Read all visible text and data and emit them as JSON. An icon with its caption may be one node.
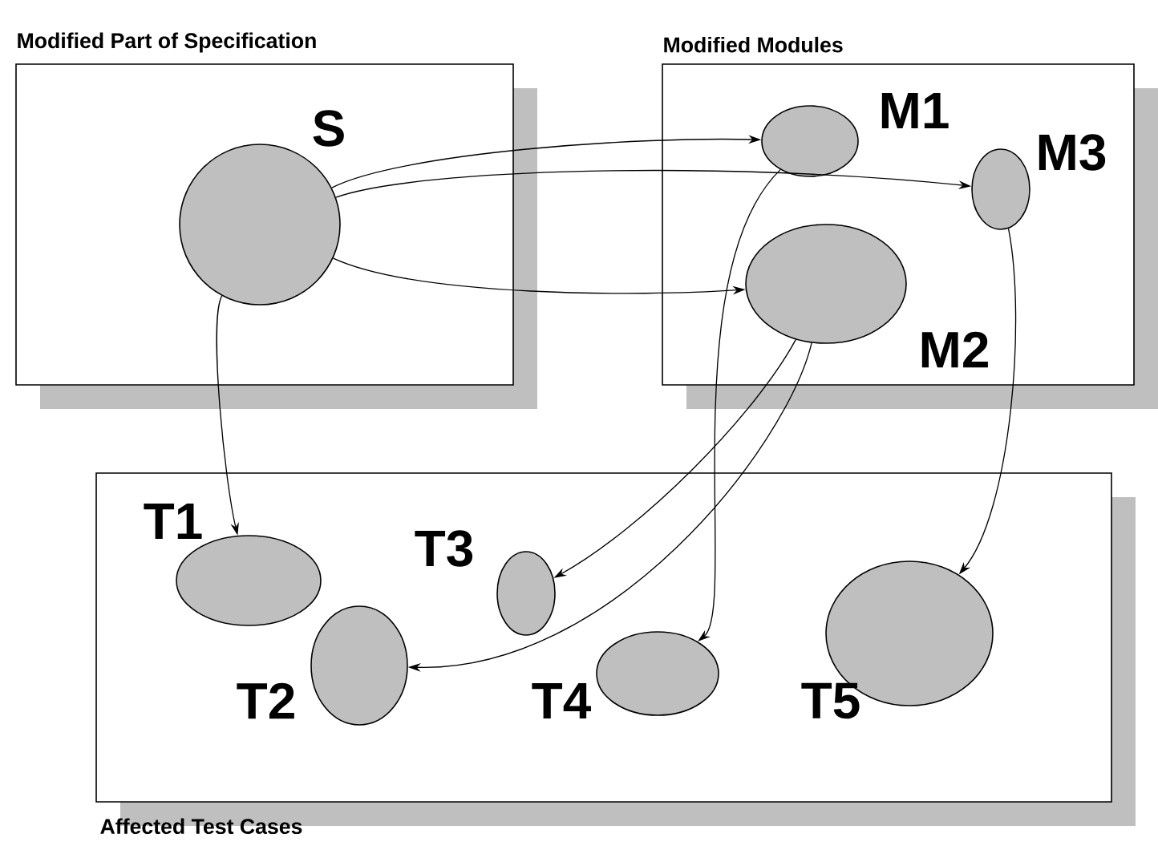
{
  "diagram": {
    "nodes": [
      {
        "text": [
          "Modified Part of Specification"
        ]
      },
      {
        "text": [
          "S"
        ],
        "in": 0
      },
      {
        "text": [
          "Modified Modules"
        ]
      },
      {
        "text": [
          "M1"
        ],
        "in": 2
      },
      {
        "text": [
          "M3"
        ],
        "in": 2
      },
      {
        "text": [
          "M2"
        ],
        "in": 2
      },
      {
        "text": [
          "Affected Test Cases"
        ]
      },
      {
        "text": [
          "T1"
        ],
        "in": 6
      },
      {
        "text": [
          "T3"
        ],
        "in": 6
      },
      {
        "text": [
          "T2"
        ],
        "in": 6
      },
      {
        "text": [
          "T4"
        ],
        "in": 6
      },
      {
        "text": [
          "T5"
        ],
        "in": 6
      }
    ],
    "edges": [
      {
        "from": 1,
        "to": 3,
        "arrow": "to"
      },
      {
        "from": 1,
        "to": 4,
        "arrow": "to"
      },
      {
        "from": 1,
        "to": 5,
        "arrow": "to"
      },
      {
        "from": 1,
        "to": 7,
        "arrow": "to"
      },
      {
        "from": 5,
        "to": 8,
        "arrow": "to"
      },
      {
        "from": 5,
        "to": 9,
        "arrow": "to"
      },
      {
        "from": 3,
        "to": 10,
        "arrow": "to"
      },
      {
        "from": 4,
        "to": 11,
        "arrow": "to"
      }
    ]
  }
}
